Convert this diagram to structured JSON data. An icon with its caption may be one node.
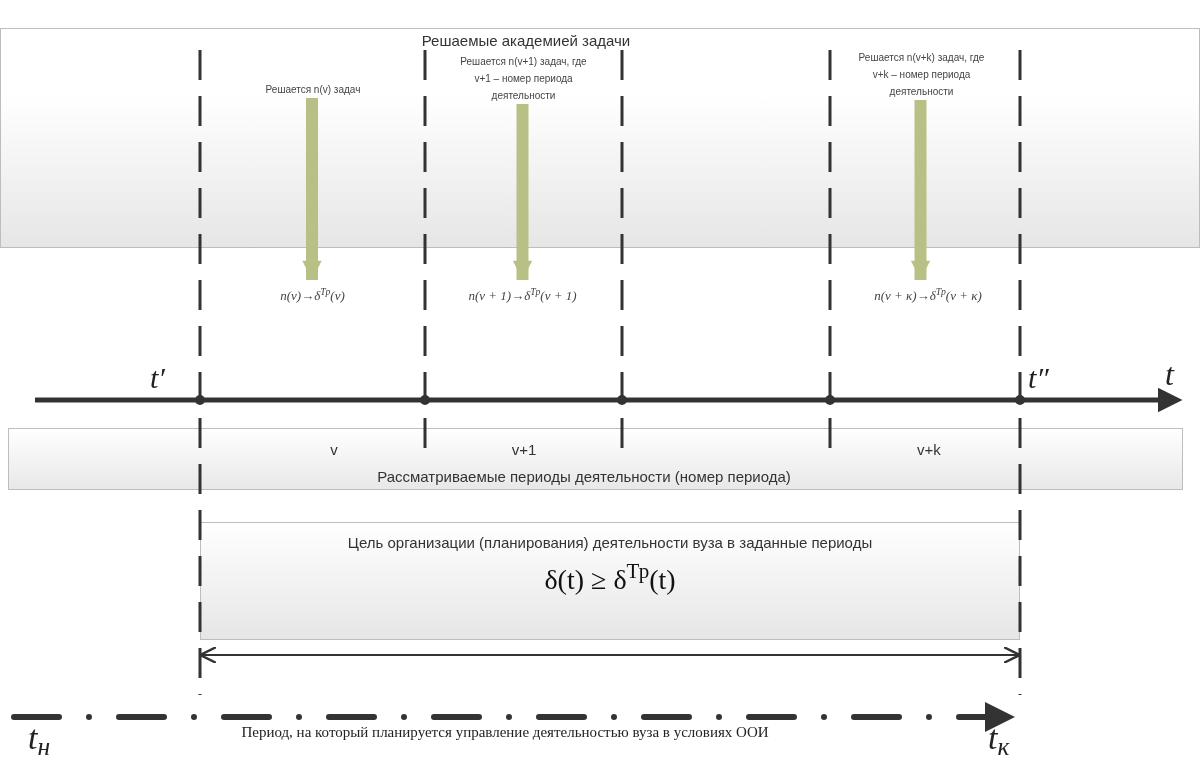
{
  "diagram": {
    "nodes": [
      {
        "text": [
          "Решаемые академией задачи"
        ]
      },
      {
        "text": [
          "Решается n(v) задач"
        ],
        "in": 0
      },
      {
        "text": [
          "Решается n(v+1) задач, где v+1 – номер периода деятельности"
        ],
        "in": 0
      },
      {
        "text": [
          "Решается n(v+k) задач, где v+k – номер периода деятельности"
        ],
        "in": 0
      },
      {
        "text": [
          "n(ν)→δ$^{Тр}$(ν)"
        ]
      },
      {
        "text": [
          "n(ν + 1)→δ$^{Тр}$(ν + 1)"
        ]
      },
      {
        "text": [
          "n(ν + κ)→δ$^{Тр}$(ν + κ)"
        ]
      },
      {
        "text": [
          "v",
          "v+1",
          "v+k",
          "Рассматриваемые периоды деятельности (номер периода)"
        ]
      },
      {
        "text": [
          "Цель организации (планирования) деятельности вуза в заданные периоды",
          "δ(t) ≥ δ$^{Тр}$(t)"
        ]
      }
    ],
    "edges": [
      {
        "from": 1,
        "to": 4,
        "arrow": "to"
      },
      {
        "from": 2,
        "to": 5,
        "arrow": "to"
      },
      {
        "from": 3,
        "to": 6,
        "arrow": "to"
      }
    ],
    "labels": [
      "t′",
      "t″",
      "t",
      "t$_{н}$",
      "Период, на который планируется управление деятельностью вуза в условиях ООИ",
      "t$_{к}$"
    ]
  }
}
